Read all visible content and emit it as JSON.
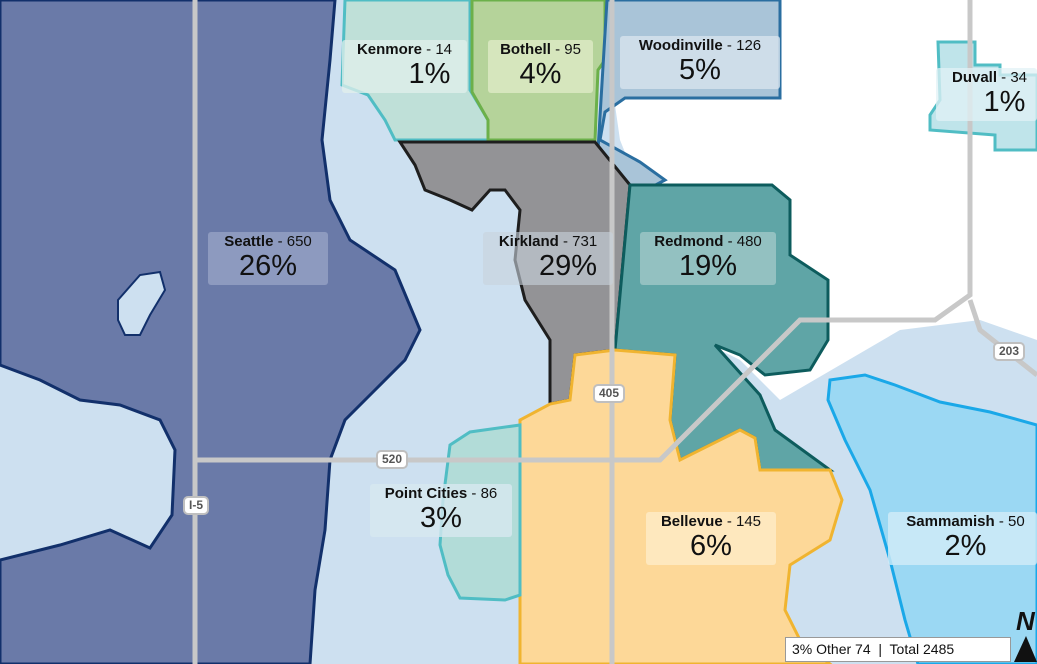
{
  "regions": [
    {
      "key": "seattle",
      "name": "Seattle",
      "count": " - 650",
      "pct": "26%"
    },
    {
      "key": "kenmore",
      "name": "Kenmore",
      "count": " - 14",
      "pct": "1%"
    },
    {
      "key": "bothell",
      "name": "Bothell",
      "count": " - 95",
      "pct": "4%"
    },
    {
      "key": "woodinville",
      "name": "Woodinville",
      "count": " - 126",
      "pct": "5%"
    },
    {
      "key": "duvall",
      "name": "Duvall",
      "count": " - 34",
      "pct": "1%"
    },
    {
      "key": "kirkland",
      "name": "Kirkland",
      "count": " - 731",
      "pct": "29%"
    },
    {
      "key": "redmond",
      "name": "Redmond",
      "count": " - 480",
      "pct": "19%"
    },
    {
      "key": "point-cities",
      "name": "Point Cities",
      "count": " - 86",
      "pct": "3%"
    },
    {
      "key": "bellevue",
      "name": "Bellevue",
      "count": " - 145",
      "pct": "6%"
    },
    {
      "key": "sammamish",
      "name": "Sammamish",
      "count": " - 50",
      "pct": "2%"
    }
  ],
  "roads": {
    "i5": "I-5",
    "sr520": "520",
    "i405": "405",
    "sr203": "203"
  },
  "footer": {
    "text": "3% Other 74  |  Total 2485"
  },
  "north": {
    "letter": "N"
  },
  "colors": {
    "water": "#cde0f0",
    "seattle": "#6a7aa8",
    "seattle_border": "#12306b",
    "kenmore": "#bfe0d8",
    "bothell": "#b5d39a",
    "woodinville": "#a9c4d8",
    "duvall": "#bfe4ea",
    "kirkland": "#939396",
    "redmond": "#5fa5a6",
    "point_cities": "#b2dcd8",
    "bellevue": "#fdd898",
    "sammamish": "#9bd8f3",
    "road": "#c8c8c8"
  }
}
